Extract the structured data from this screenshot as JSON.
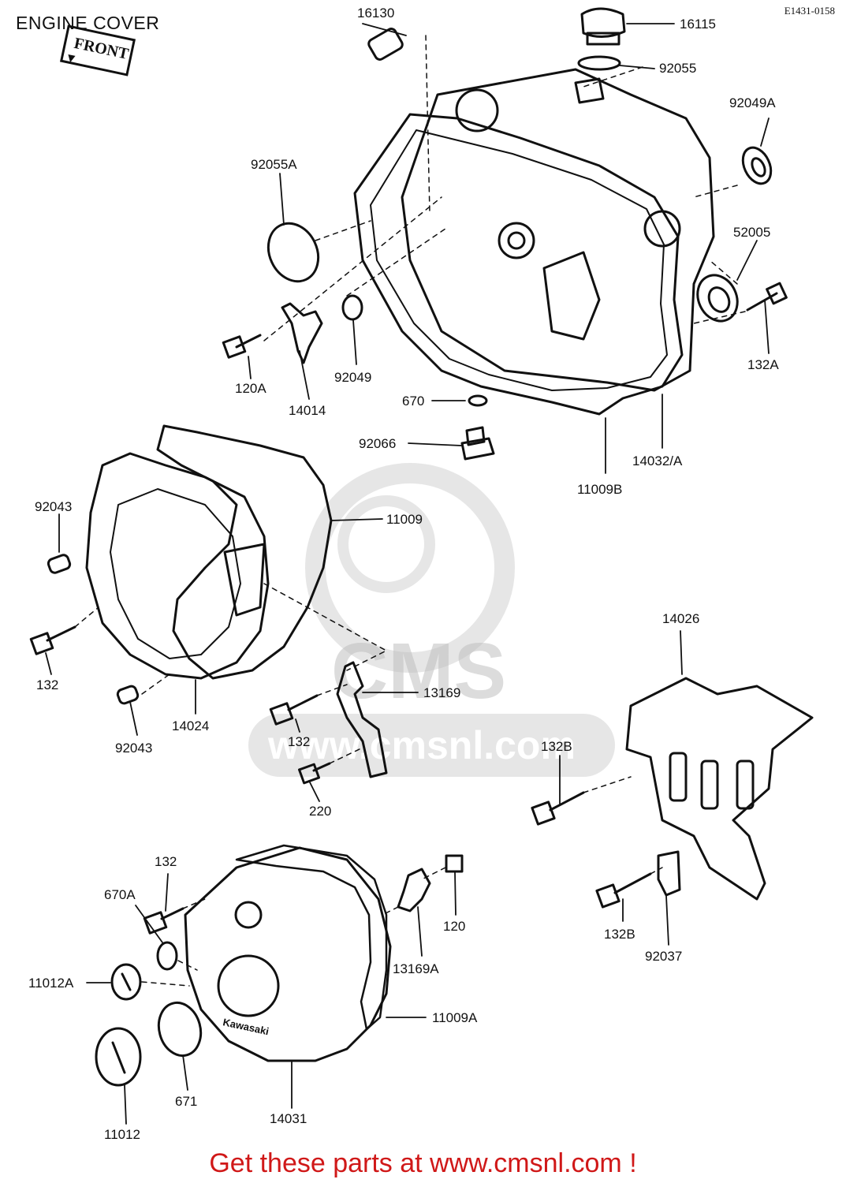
{
  "header": {
    "title": "ENGINE COVER",
    "diagram_code": "E1431-0158",
    "front_tag": "FRONT"
  },
  "watermark": {
    "brand": "CMS",
    "url": "www.cmsnl.com"
  },
  "parts": [
    {
      "id": "16130",
      "label": "16130"
    },
    {
      "id": "16115",
      "label": "16115"
    },
    {
      "id": "92055",
      "label": "92055"
    },
    {
      "id": "92049A",
      "label": "92049A"
    },
    {
      "id": "92055A",
      "label": "92055A"
    },
    {
      "id": "52005",
      "label": "52005"
    },
    {
      "id": "132A",
      "label": "132A"
    },
    {
      "id": "120A",
      "label": "120A"
    },
    {
      "id": "14014",
      "label": "14014"
    },
    {
      "id": "92049",
      "label": "92049"
    },
    {
      "id": "670",
      "label": "670"
    },
    {
      "id": "92066",
      "label": "92066"
    },
    {
      "id": "11009B",
      "label": "11009B"
    },
    {
      "id": "14032A",
      "label": "14032/A"
    },
    {
      "id": "92043-top",
      "label": "92043"
    },
    {
      "id": "11009",
      "label": "11009"
    },
    {
      "id": "132-left",
      "label": "132"
    },
    {
      "id": "14024",
      "label": "14024"
    },
    {
      "id": "92043-bottom",
      "label": "92043"
    },
    {
      "id": "14026",
      "label": "14026"
    },
    {
      "id": "13169",
      "label": "13169"
    },
    {
      "id": "132-mid",
      "label": "132"
    },
    {
      "id": "132B-top",
      "label": "132B"
    },
    {
      "id": "220",
      "label": "220"
    },
    {
      "id": "132-low",
      "label": "132"
    },
    {
      "id": "670A",
      "label": "670A"
    },
    {
      "id": "120",
      "label": "120"
    },
    {
      "id": "11012A",
      "label": "11012A"
    },
    {
      "id": "13169A",
      "label": "13169A"
    },
    {
      "id": "11009A",
      "label": "11009A"
    },
    {
      "id": "132B-bottom",
      "label": "132B"
    },
    {
      "id": "92037",
      "label": "92037"
    },
    {
      "id": "671",
      "label": "671"
    },
    {
      "id": "14031",
      "label": "14031"
    },
    {
      "id": "11012",
      "label": "11012"
    }
  ],
  "cover_badge": "Kawasaki",
  "footer": {
    "text": "Get these parts at www.cmsnl.com !",
    "color": "#d01818"
  }
}
